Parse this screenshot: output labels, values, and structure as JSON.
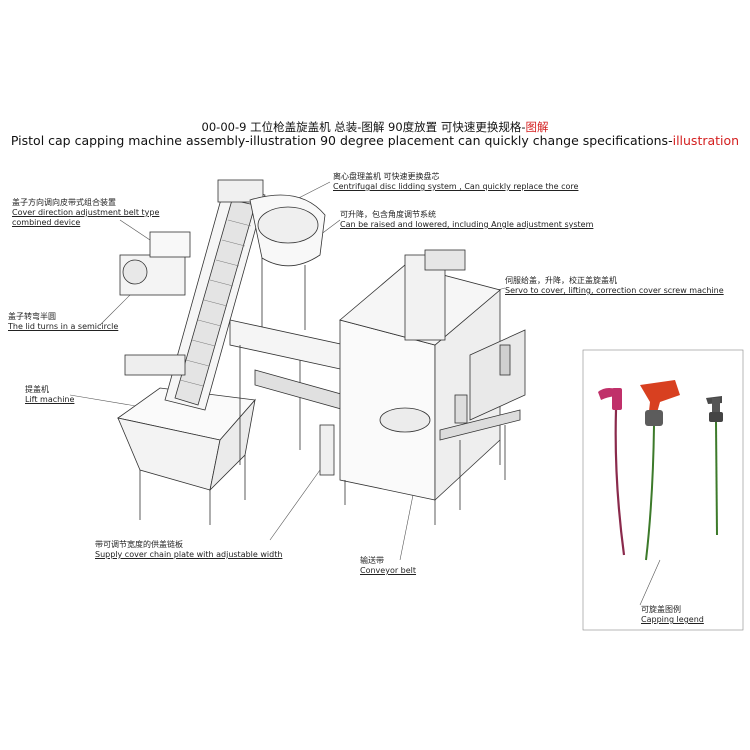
{
  "title": {
    "line1": "00-00-9 工位枪盖旋盖机 总装-图解 90度放置 可快速更换规格-",
    "line1_red": "图解",
    "line2": "Pistol cap capping machine assembly-illustration 90 degree placement can quickly change specifications-",
    "line2_red": "illustration"
  },
  "labels": {
    "cover_direction": {
      "cn": "盖子方向调向皮带式组合装置",
      "en": "Cover direction adjustment belt type combined device"
    },
    "semicircle": {
      "cn": "盖子转弯半圆",
      "en": "The lid turns in a semicircle"
    },
    "lift": {
      "cn": "提盖机",
      "en": "Lift machine"
    },
    "supply_chain": {
      "cn": "带可调节宽度的供盖链板",
      "en": "Supply cover chain plate with adjustable width"
    },
    "conveyor": {
      "cn": "输送带",
      "en": "Conveyor belt"
    },
    "centrifugal": {
      "cn": "离心盘理盖机 可快速更换盘芯",
      "en": "Centrifugal disc lidding system ,  Can quickly replace the core"
    },
    "raise_lower": {
      "cn": "可升降，包含角度调节系统",
      "en": "Can be raised and lowered, including Angle adjustment system"
    },
    "servo": {
      "cn": "伺服给盖，升降，校正盖旋盖机",
      "en": "Servo to cover, lifting, correction cover screw machine"
    },
    "capping_legend": {
      "cn": "可旋盖图例",
      "en": "Capping legend"
    }
  },
  "colors": {
    "title_red": "#d42020",
    "cap_magenta": "#c0306a",
    "cap_red": "#d84020",
    "cap_green": "#3c7a2a"
  },
  "icons": [
    "pistol-pump-cap-icon",
    "trigger-sprayer-icon",
    "lotion-pump-icon"
  ]
}
